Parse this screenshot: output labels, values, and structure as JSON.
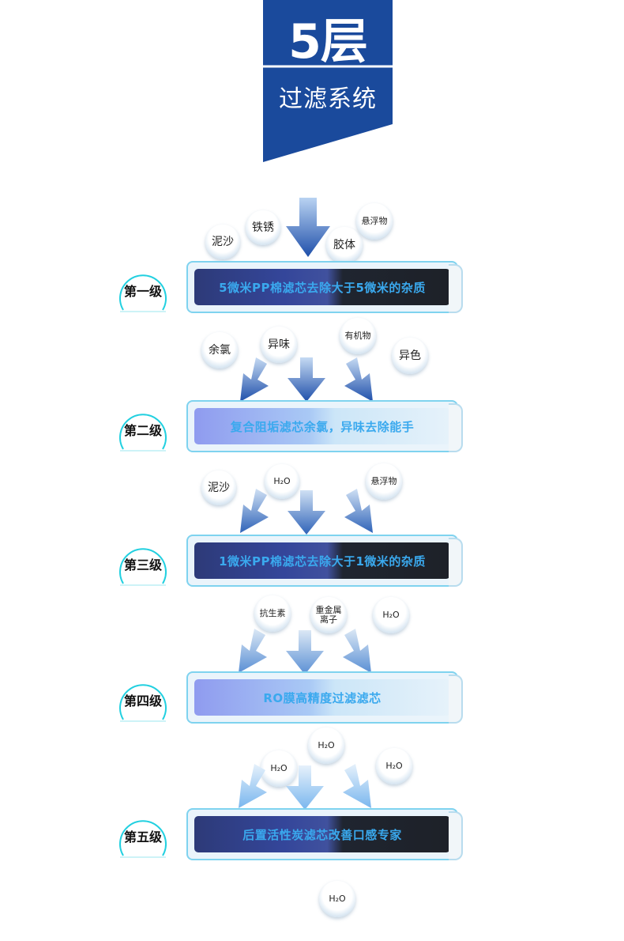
{
  "banner": {
    "title": "5层",
    "subtitle": "过滤系统"
  },
  "stages": [
    {
      "level": "第一级",
      "description": "5微米PP棉滤芯去除大于5微米的杂质",
      "bubbles": [
        "泥沙",
        "铁锈",
        "胶体",
        "悬浮物"
      ]
    },
    {
      "level": "第二级",
      "description": "复合阻垢滤芯余氯，异味去除能手",
      "bubbles": [
        "余氯",
        "异味",
        "有机物",
        "异色"
      ]
    },
    {
      "level": "第三级",
      "description": "1微米PP棉滤芯去除大于1微米的杂质",
      "bubbles": [
        "泥沙",
        "H₂O",
        "悬浮物"
      ]
    },
    {
      "level": "第四级",
      "description": "RO膜高精度过滤滤芯",
      "bubbles": [
        "抗生素",
        "重金属离子",
        "H₂O"
      ]
    },
    {
      "level": "第五级",
      "description": "后置活性炭滤芯改善口感专家",
      "bubbles": [
        "H₂O",
        "H₂O",
        "H₂O"
      ]
    }
  ],
  "output_bubble": "H₂O",
  "colors": {
    "banner": "#1a4a9c",
    "arrow_dark": "#1f4faa",
    "arrow_light": "#8fc6f0",
    "bar_text": "#3aa9ee",
    "badge_ring": "#22d0e0"
  }
}
